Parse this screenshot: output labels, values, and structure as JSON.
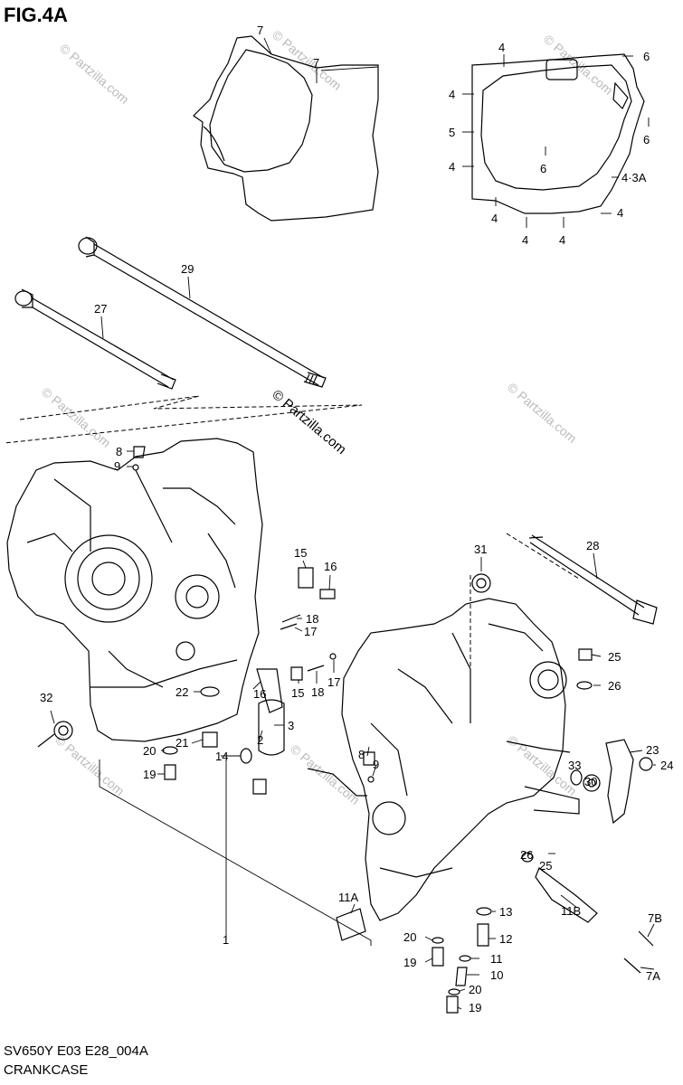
{
  "figure": {
    "id": "FIG.4A",
    "code": "SV650Y E03 E28_004A",
    "name": "CRANKCASE"
  },
  "watermark": {
    "main": "© Partzilla.com",
    "faint": "© Partzilla.com"
  },
  "callouts": [
    "1",
    "2",
    "3",
    "4",
    "4·3A",
    "5",
    "6",
    "7",
    "7A",
    "7B",
    "8",
    "9",
    "10",
    "11",
    "11A",
    "11B",
    "12",
    "13",
    "14",
    "15",
    "16",
    "17",
    "18",
    "19",
    "20",
    "21",
    "22",
    "23",
    "24",
    "25",
    "26",
    "27",
    "28",
    "29",
    "30",
    "31",
    "32",
    "33"
  ],
  "colors": {
    "line": "#000000",
    "watermark": "#bbbbbb",
    "background": "#ffffff"
  }
}
